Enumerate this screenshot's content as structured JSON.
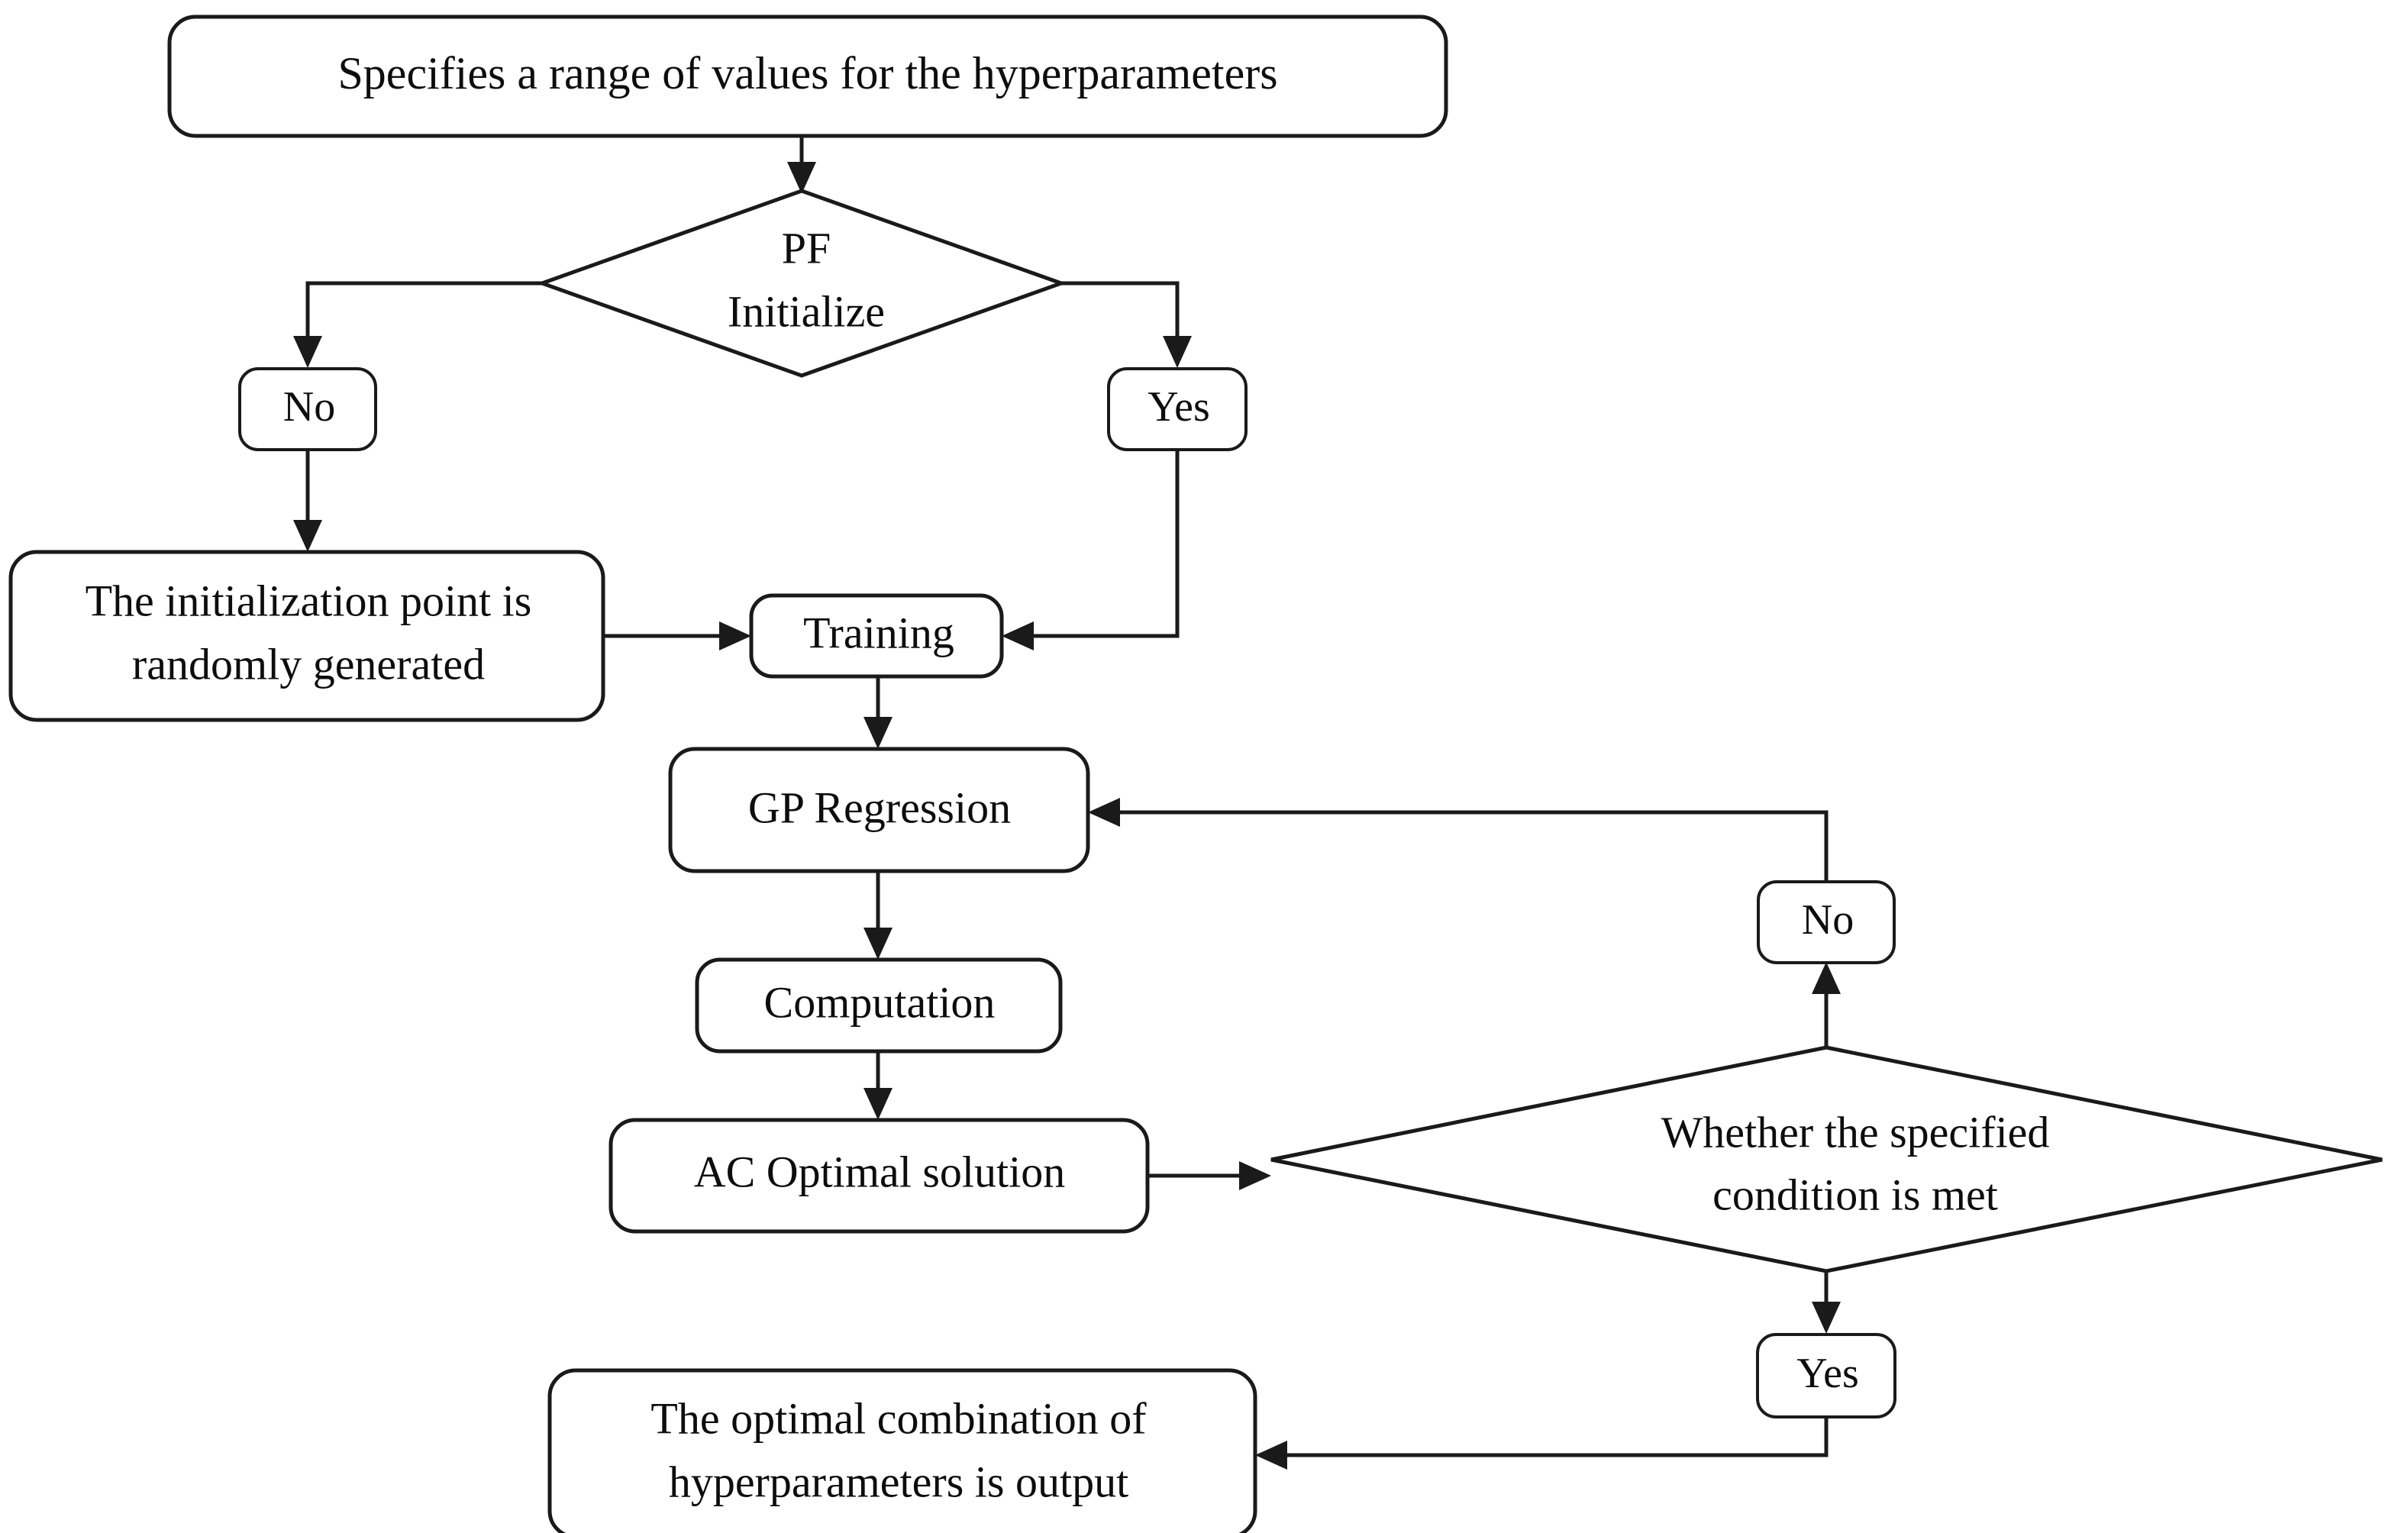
{
  "diagram": {
    "title": "Bayesian hyperparameter optimization flowchart",
    "colors": {
      "stroke": "#1a1a1a",
      "fill": "#ffffff",
      "text": "#0d0d0d",
      "background": "#ffffff"
    },
    "nodes": {
      "specify_range": {
        "label": "Specifies a range of values for the hyperparameters",
        "shape": "rounded-rectangle"
      },
      "pf_initialize": {
        "label_line1": "PF",
        "label_line2": "Initialize",
        "shape": "diamond"
      },
      "branch_no_top": {
        "label": "No",
        "shape": "rounded-rectangle"
      },
      "branch_yes_top": {
        "label": "Yes",
        "shape": "rounded-rectangle"
      },
      "random_init": {
        "label_line1": "The initialization point is",
        "label_line2": "randomly generated",
        "shape": "rounded-rectangle"
      },
      "training": {
        "label": "Training",
        "shape": "rounded-rectangle"
      },
      "gp_regression": {
        "label": "GP Regression",
        "shape": "rounded-rectangle"
      },
      "computation": {
        "label": "Computation",
        "shape": "rounded-rectangle"
      },
      "ac_optimal": {
        "label": "AC Optimal solution",
        "shape": "rounded-rectangle"
      },
      "condition_met": {
        "label_line1": "Whether the specified",
        "label_line2": "condition is met",
        "shape": "diamond"
      },
      "branch_no_bottom": {
        "label": "No",
        "shape": "rounded-rectangle"
      },
      "branch_yes_bottom": {
        "label": "Yes",
        "shape": "rounded-rectangle"
      },
      "optimal_output": {
        "label_line1": "The optimal combination of",
        "label_line2": "hyperparameters is output",
        "shape": "rounded-rectangle"
      }
    },
    "edges": [
      {
        "from": "specify_range",
        "to": "pf_initialize",
        "label": ""
      },
      {
        "from": "pf_initialize",
        "to": "branch_no_top",
        "label": "No"
      },
      {
        "from": "pf_initialize",
        "to": "branch_yes_top",
        "label": "Yes"
      },
      {
        "from": "branch_no_top",
        "to": "random_init",
        "label": ""
      },
      {
        "from": "random_init",
        "to": "training",
        "label": ""
      },
      {
        "from": "branch_yes_top",
        "to": "training",
        "label": ""
      },
      {
        "from": "training",
        "to": "gp_regression",
        "label": ""
      },
      {
        "from": "gp_regression",
        "to": "computation",
        "label": ""
      },
      {
        "from": "computation",
        "to": "ac_optimal",
        "label": ""
      },
      {
        "from": "ac_optimal",
        "to": "condition_met",
        "label": ""
      },
      {
        "from": "condition_met",
        "to": "branch_no_bottom",
        "label": "No"
      },
      {
        "from": "branch_no_bottom",
        "to": "gp_regression",
        "label": ""
      },
      {
        "from": "condition_met",
        "to": "branch_yes_bottom",
        "label": "Yes"
      },
      {
        "from": "branch_yes_bottom",
        "to": "optimal_output",
        "label": ""
      }
    ]
  }
}
